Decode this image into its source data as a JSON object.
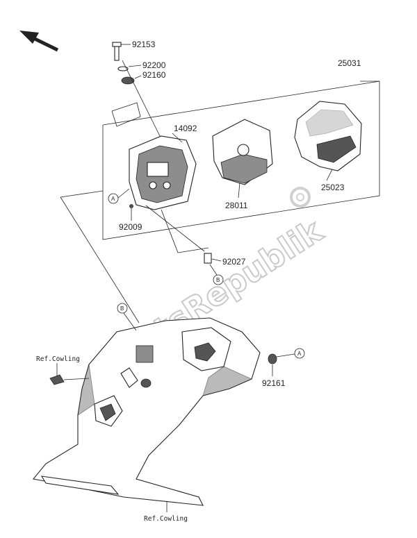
{
  "watermark": "PartsRepublik",
  "callouts": {
    "p92153": "92153",
    "p92200": "92200",
    "p92160": "92160",
    "p25031": "25031",
    "p14092": "14092",
    "p28011": "28011",
    "p25023": "25023",
    "p92009": "92009",
    "p92027": "92027",
    "p92161": "92161"
  },
  "refs": {
    "ref_cowling_left": "Ref.Cowling",
    "ref_cowling_bottom": "Ref.Cowling"
  },
  "markers": {
    "a": "A",
    "b": "B"
  },
  "icons": {
    "direction": "front-arrow-icon",
    "watermark_gear": "gear-icon"
  }
}
